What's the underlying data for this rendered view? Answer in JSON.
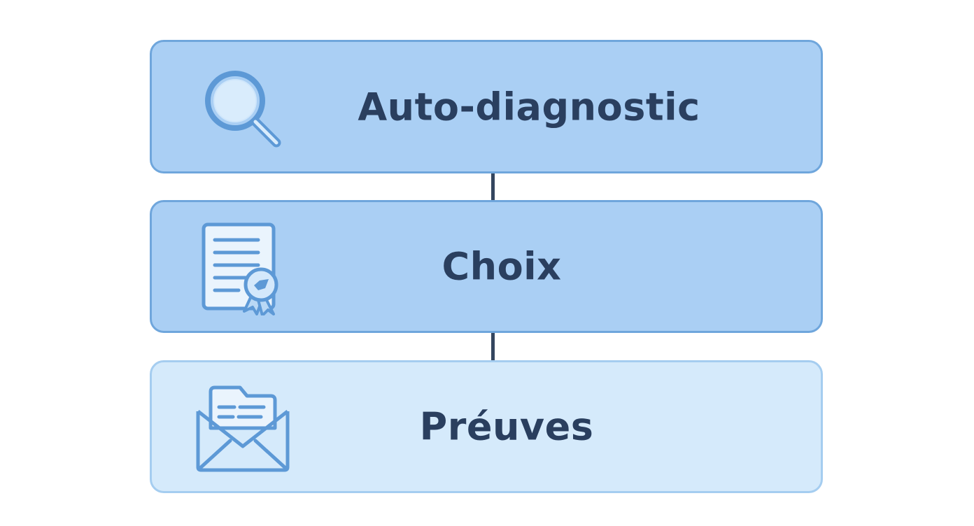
{
  "steps": [
    {
      "label": "Auto-diagnostic",
      "icon": "magnifier-icon"
    },
    {
      "label": "Choix",
      "icon": "certificate-document-icon"
    },
    {
      "label": "Préuves",
      "icon": "envelope-folder-icon"
    }
  ],
  "colors": {
    "box_fill": "#aacff4",
    "box_fill_light": "#d5eafb",
    "box_border": "#6fa6dc",
    "text": "#2a3f5f",
    "connector": "#34465f"
  }
}
